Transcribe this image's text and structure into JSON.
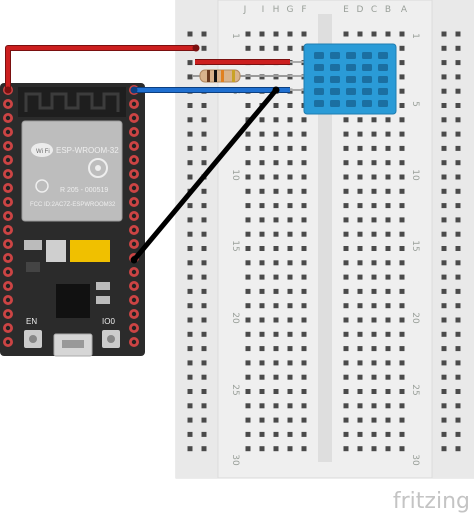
{
  "breadboard": {
    "column_letters_left": [
      "J",
      "I",
      "H",
      "G",
      "F"
    ],
    "column_letters_right": [
      "E",
      "D",
      "C",
      "B",
      "A"
    ],
    "row_numbers_left": [
      "1",
      "5",
      "10",
      "15",
      "20",
      "25",
      "30"
    ],
    "row_numbers_right": [
      "1",
      "5",
      "10",
      "15",
      "20",
      "25",
      "30"
    ]
  },
  "esp32": {
    "module_name": "ESP-WROOM-32",
    "wifi_text": "Wi Fi",
    "r_code": "R  205 - 000519",
    "fcc_id": "FCC ID:2AC7Z-ESPWROOM32",
    "en_label": "EN",
    "io0_label": "IO0"
  },
  "watermark": "fritzing",
  "colors": {
    "wire_red": "#cc1f1f",
    "wire_blue": "#1f6fd0",
    "wire_black": "#1a1a1a",
    "sensor": "#2a9bd7",
    "board": "#2b2b2b",
    "breadboard": "#eeeeee"
  }
}
